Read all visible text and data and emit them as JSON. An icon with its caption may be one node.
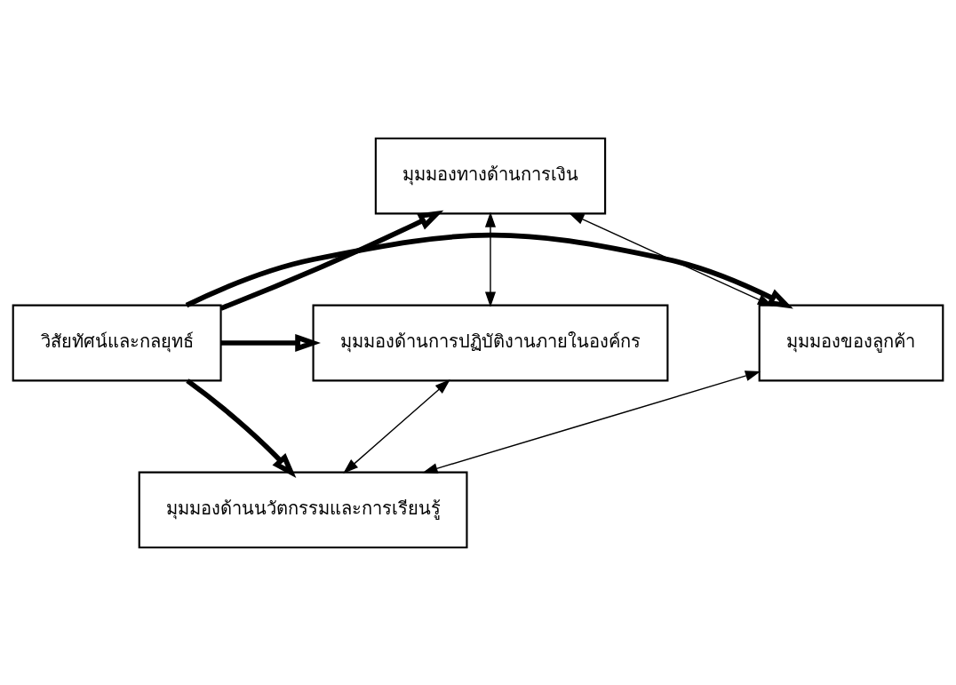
{
  "diagram": {
    "nodes": [
      {
        "text": [
          "มุมมองทางด้านการเงิน"
        ]
      },
      {
        "text": [
          "มุมมองของลูกค้า"
        ]
      },
      {
        "text": [
          "วิสัยทัศน์และกลยุทธ์"
        ]
      },
      {
        "text": [
          "มุมมองด้านการปฏิบัติงานภายในองค์กร"
        ]
      },
      {
        "text": [
          "มุมมองด้านนวัตกรรมและการเรียนรู้"
        ]
      }
    ],
    "edges": [
      {
        "from": 2,
        "to": 0,
        "arrow": "to",
        "style": "thick"
      },
      {
        "from": 2,
        "to": 1,
        "arrow": "to",
        "style": "thick"
      },
      {
        "from": 2,
        "to": 3,
        "arrow": "to",
        "style": "thick"
      },
      {
        "from": 2,
        "to": 4,
        "arrow": "to",
        "style": "thick"
      },
      {
        "from": 0,
        "to": 1,
        "arrow": "both"
      },
      {
        "from": 0,
        "to": 3,
        "arrow": "both"
      },
      {
        "from": 1,
        "to": 4,
        "arrow": "both"
      },
      {
        "from": 3,
        "to": 4,
        "arrow": "both"
      }
    ]
  }
}
